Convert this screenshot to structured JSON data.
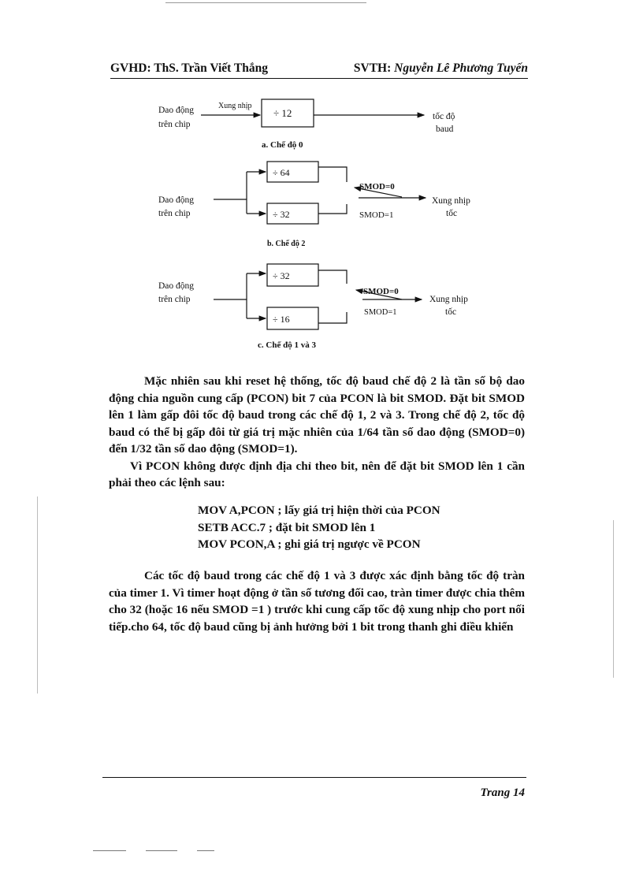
{
  "header": {
    "left": "GVHD: ThS. Trần Viết Thắng",
    "right_prefix": "SVTH: ",
    "right_name": "Nguyễn Lê Phương Tuyến"
  },
  "diagram_a": {
    "source_line1": "Dao động",
    "source_line2": "trên chip",
    "arrow_label": "Xung nhịp",
    "box": "÷ 12",
    "output_line1": "tốc độ",
    "output_line2": "baud",
    "caption": "a. Chế độ 0"
  },
  "diagram_b": {
    "source_line1": "Dao động",
    "source_line2": "trên chip",
    "box_top": "÷ 64",
    "box_bottom": "÷ 32",
    "switch_top": "SMOD=0",
    "switch_bottom": "SMOD=1",
    "output_line1": "Xung nhịp",
    "output_line2": "tốc",
    "caption": "b. Chế độ 2"
  },
  "diagram_c": {
    "source_line1": "Dao động",
    "source_line2": "trên chip",
    "box_top": "÷ 32",
    "box_bottom": "÷ 16",
    "switch_top": "SMOD=0",
    "switch_bottom": "SMOD=1",
    "output_line1": "Xung nhịp",
    "output_line2": "tốc",
    "caption": "c. Chế độ 1 và 3"
  },
  "paragraphs": {
    "p1": "Mặc nhiên sau khi reset hệ thống, tốc độ baud chế độ 2 là tần số bộ dao động chia nguồn cung cấp (PCON) bit 7 của PCON là bit SMOD. Đặt bit SMOD lên 1 làm gấp đôi tốc độ baud trong các chế độ 1, 2 và 3. Trong chế độ 2, tốc độ baud có thể bị gấp đôi từ giá trị mặc nhiên của 1/64 tần số dao động (SMOD=0) đến 1/32 tần số dao động (SMOD=1).",
    "p2": "Vì PCON không được định địa chỉ theo bit, nên để đặt bit  SMOD lên 1 cần phải theo các lệnh sau:",
    "p3": "Các tốc độ baud trong các chế độ 1 và 3 được xác định bằng tốc độ tràn của timer 1. Vì timer hoạt động ở tần số tương đối cao, tràn timer được chia thêm cho 32 (hoặc 16 nếu SMOD =1 ) trước khi cung cấp tốc độ xung nhịp cho port nối tiếp.cho 64, tốc độ baud cũng bị ảnh hưởng bởi 1 bit trong thanh ghi điều khiển"
  },
  "code": [
    "MOV A,PCON ; lấy giá trị hiện thời của PCON",
    "SETB ACC.7  ; đặt bit SMOD lên 1",
    "MOV PCON,A  ; ghi giá trị ngược về  PCON"
  ],
  "footer": {
    "page": "Trang 14"
  }
}
